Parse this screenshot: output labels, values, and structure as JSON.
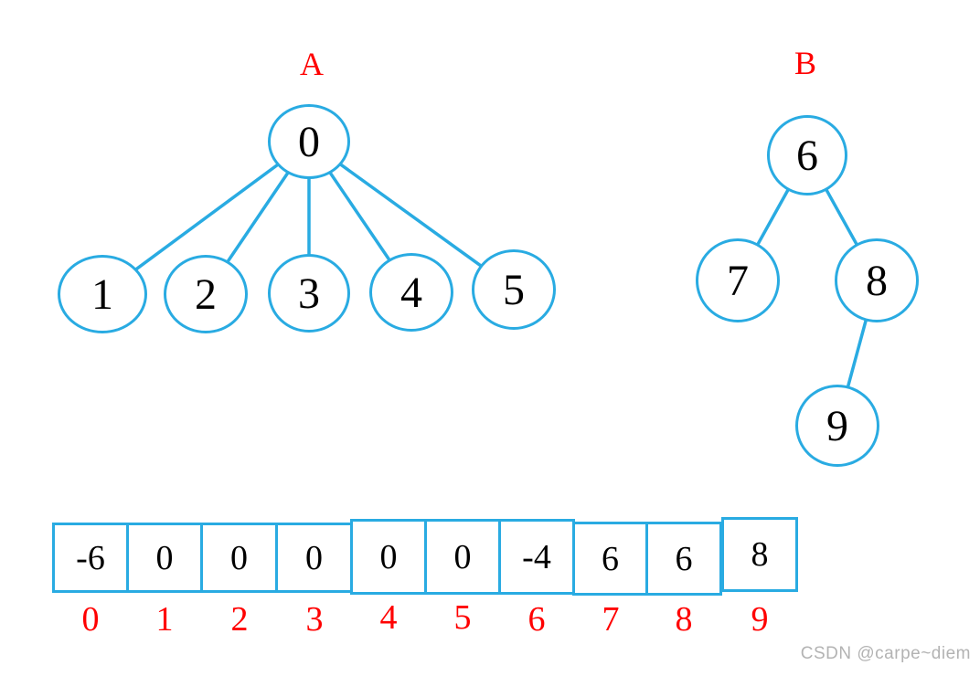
{
  "colors": {
    "stroke_blue": "#29abe2",
    "label_red": "#ff0000",
    "node_text_black": "#000000",
    "watermark_gray": "#b3b3b3"
  },
  "tree_a": {
    "label": "A",
    "nodes": [
      {
        "value": "0"
      },
      {
        "value": "1"
      },
      {
        "value": "2"
      },
      {
        "value": "3"
      },
      {
        "value": "4"
      },
      {
        "value": "5"
      }
    ],
    "edges": [
      {
        "from": "0",
        "to": "1"
      },
      {
        "from": "0",
        "to": "2"
      },
      {
        "from": "0",
        "to": "3"
      },
      {
        "from": "0",
        "to": "4"
      },
      {
        "from": "0",
        "to": "5"
      }
    ]
  },
  "tree_b": {
    "label": "B",
    "nodes": [
      {
        "value": "6"
      },
      {
        "value": "7"
      },
      {
        "value": "8"
      },
      {
        "value": "9"
      }
    ],
    "edges": [
      {
        "from": "6",
        "to": "7"
      },
      {
        "from": "6",
        "to": "8"
      },
      {
        "from": "8",
        "to": "9"
      }
    ]
  },
  "array": {
    "values": [
      "-6",
      "0",
      "0",
      "0",
      "0",
      "0",
      "-4",
      "6",
      "6",
      "8"
    ],
    "indices": [
      "0",
      "1",
      "2",
      "3",
      "4",
      "5",
      "6",
      "7",
      "8",
      "9"
    ]
  },
  "watermark": "CSDN @carpe~diem"
}
